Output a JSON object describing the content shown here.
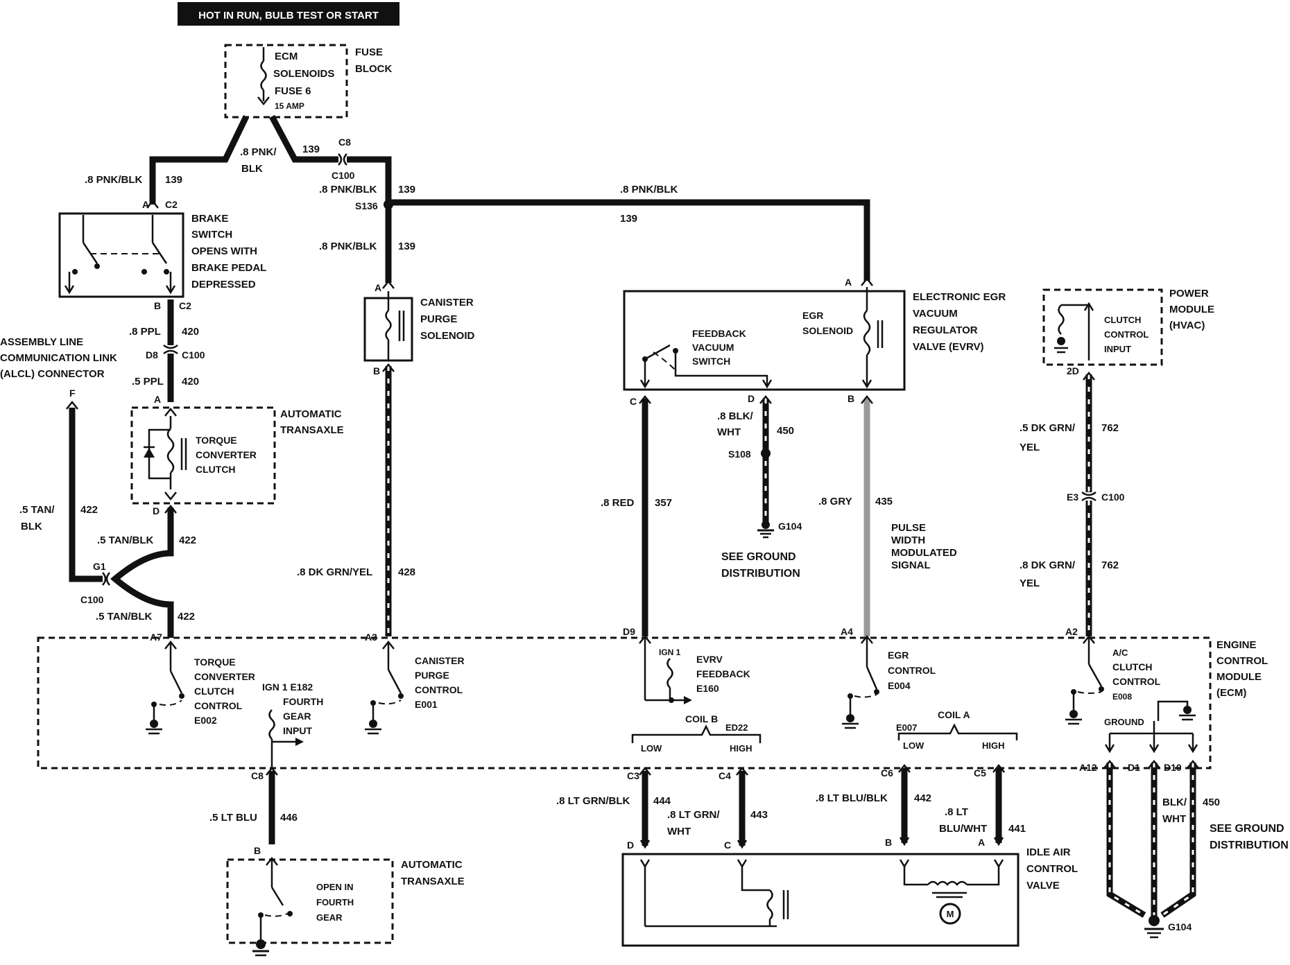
{
  "header": {
    "text": "HOT IN RUN, BULB TEST OR START"
  },
  "fuse": {
    "lines": [
      "ECM",
      "SOLENOIDS",
      "FUSE 6",
      "15 AMP"
    ],
    "block": [
      "FUSE",
      "BLOCK"
    ]
  },
  "wires": {
    "w_pnkblk_left": ".8 PNK/BLK",
    "w_139_left": "139",
    "w_pnk_a": ".8 PNK/",
    "w_pnk_b": "BLK",
    "w_139_mid": "139",
    "c8": "C8",
    "c100_top": "C100",
    "w_pnkblk_c100": ".8 PNK/BLK",
    "w_139_c100": "139",
    "s136": "S136",
    "w_pnkblk_long": ".8 PNK/BLK",
    "w_139_long": "139",
    "w_pnkblk_can": ".8 PNK/BLK",
    "w_139_can": "139",
    "w_ppl8": ".8 PPL",
    "w_420a": "420",
    "d8": "D8",
    "c100_brake": "C100",
    "w_ppl5": ".5 PPL",
    "w_420b": "420",
    "w_tanblk_a": ".5 TAN/",
    "w_tanblk_b": "BLK",
    "w_422a": "422",
    "w_tanblk_c": ".5 TAN/BLK",
    "w_422b": "422",
    "g1": "G1",
    "c100_g1": "C100",
    "w_tanblk_d": ".5 TAN/BLK",
    "w_422c": "422",
    "w_dkgrnyel": ".8 DK GRN/YEL",
    "w_428": "428",
    "w_red": ".8 RED",
    "w_357": "357",
    "w_blkwht_a": ".8 BLK/",
    "w_blkwht_b": "WHT",
    "w_450": "450",
    "s108": "S108",
    "g104a": "G104",
    "see_ground_a": "SEE GROUND",
    "see_ground_b": "DISTRIBUTION",
    "w_gry": ".8 GRY",
    "w_435": "435",
    "pwm": [
      "PULSE",
      "WIDTH",
      "MODULATED",
      "SIGNAL"
    ],
    "w_dkgrnyel5_a": ".5 DK GRN/",
    "w_dkgrnyel5_b": "YEL",
    "w_762a": "762",
    "e3": "E3",
    "c100_hvac": "C100",
    "w_dkgrnyel8_a": ".8 DK GRN/",
    "w_dkgrnyel8_b": "YEL",
    "w_762b": "762",
    "w_ltblu": ".5 LT BLU",
    "w_446": "446",
    "w_ltgrnblk": ".8 LT GRN/BLK",
    "w_444": "444",
    "w_ltgrn_a": ".8 LT GRN/",
    "w_ltgrn_b": "WHT",
    "w_443": "443",
    "w_ltblublk": ".8 LT BLU/BLK",
    "w_442": "442",
    "w_ltbluwht_a": ".8 LT",
    "w_ltbluwht_b": "BLU/WHT",
    "w_441": "441",
    "w_blkwht2_a": "BLK/",
    "w_blkwht2_b": "WHT",
    "w_450b": "450",
    "see_ground_c": "SEE GROUND",
    "see_ground_d": "DISTRIBUTION",
    "g104b": "G104"
  },
  "pins": {
    "a_brake": "A",
    "c2_top": "C2",
    "b_brake": "B",
    "c2_bot": "C2",
    "a_can": "A",
    "b_can": "B",
    "f_alcl": "F",
    "a_trans": "A",
    "d_trans": "D",
    "a7": "A7",
    "a3": "A3",
    "d9": "D9",
    "a4": "A4",
    "a2": "A2",
    "a_evrv": "A",
    "c_evrv": "C",
    "d_evrv": "D",
    "b_evrv": "B",
    "2d": "2D",
    "c8_ecm": "C8",
    "b_fourth": "B",
    "c3": "C3",
    "c4": "C4",
    "c6": "C6",
    "c5": "C5",
    "a12": "A12",
    "d1": "D1",
    "d10": "D10",
    "d_iac": "D",
    "c_iac": "C",
    "b_iac": "B",
    "a_iac": "A"
  },
  "components": {
    "brake": [
      "BRAKE",
      "SWITCH",
      "OPENS WITH",
      "BRAKE PEDAL",
      "DEPRESSED"
    ],
    "alcl": [
      "ASSEMBLY LINE",
      "COMMUNICATION LINK",
      "(ALCL) CONNECTOR"
    ],
    "trans1": [
      "AUTOMATIC",
      "TRANSAXLE"
    ],
    "tcc": [
      "TORQUE",
      "CONVERTER",
      "CLUTCH"
    ],
    "canister": [
      "CANISTER",
      "PURGE",
      "SOLENOID"
    ],
    "evrv_title": [
      "ELECTRONIC EGR",
      "VACUUM",
      "REGULATOR",
      "VALVE (EVRV)"
    ],
    "feedback": [
      "FEEDBACK",
      "VACUUM",
      "SWITCH"
    ],
    "egr_sol": [
      "EGR",
      "SOLENOID"
    ],
    "power": [
      "POWER",
      "MODULE",
      "(HVAC)"
    ],
    "clutch_in": [
      "CLUTCH",
      "CONTROL",
      "INPUT"
    ],
    "ecm_title": [
      "ENGINE",
      "CONTROL",
      "MODULE",
      "(ECM)"
    ],
    "tcc_ctrl": [
      "TORQUE",
      "CONVERTER",
      "CLUTCH",
      "CONTROL",
      "E002"
    ],
    "ign_fourth": [
      "IGN 1 E182",
      "FOURTH",
      "GEAR",
      "INPUT"
    ],
    "can_ctrl": [
      "CANISTER",
      "PURGE",
      "CONTROL",
      "E001"
    ],
    "evrv_fb": [
      "IGN 1",
      "EVRV",
      "FEEDBACK",
      "E160"
    ],
    "egr_ctrl": [
      "EGR",
      "CONTROL",
      "E004"
    ],
    "ac_ctrl": [
      "A/C",
      "CLUTCH",
      "CONTROL",
      "E008"
    ],
    "ground_lbl": "GROUND",
    "coil_b": "COIL B",
    "ed22": "ED22",
    "low_b": "LOW",
    "high_b": "HIGH",
    "e007": "E007",
    "coil_a": "COIL A",
    "low_a": "LOW",
    "high_a": "HIGH",
    "trans2": [
      "AUTOMATIC",
      "TRANSAXLE"
    ],
    "fourth_sw": [
      "OPEN IN",
      "FOURTH",
      "GEAR"
    ],
    "iac": [
      "IDLE AIR",
      "CONTROL",
      "VALVE"
    ],
    "motor": "M"
  }
}
